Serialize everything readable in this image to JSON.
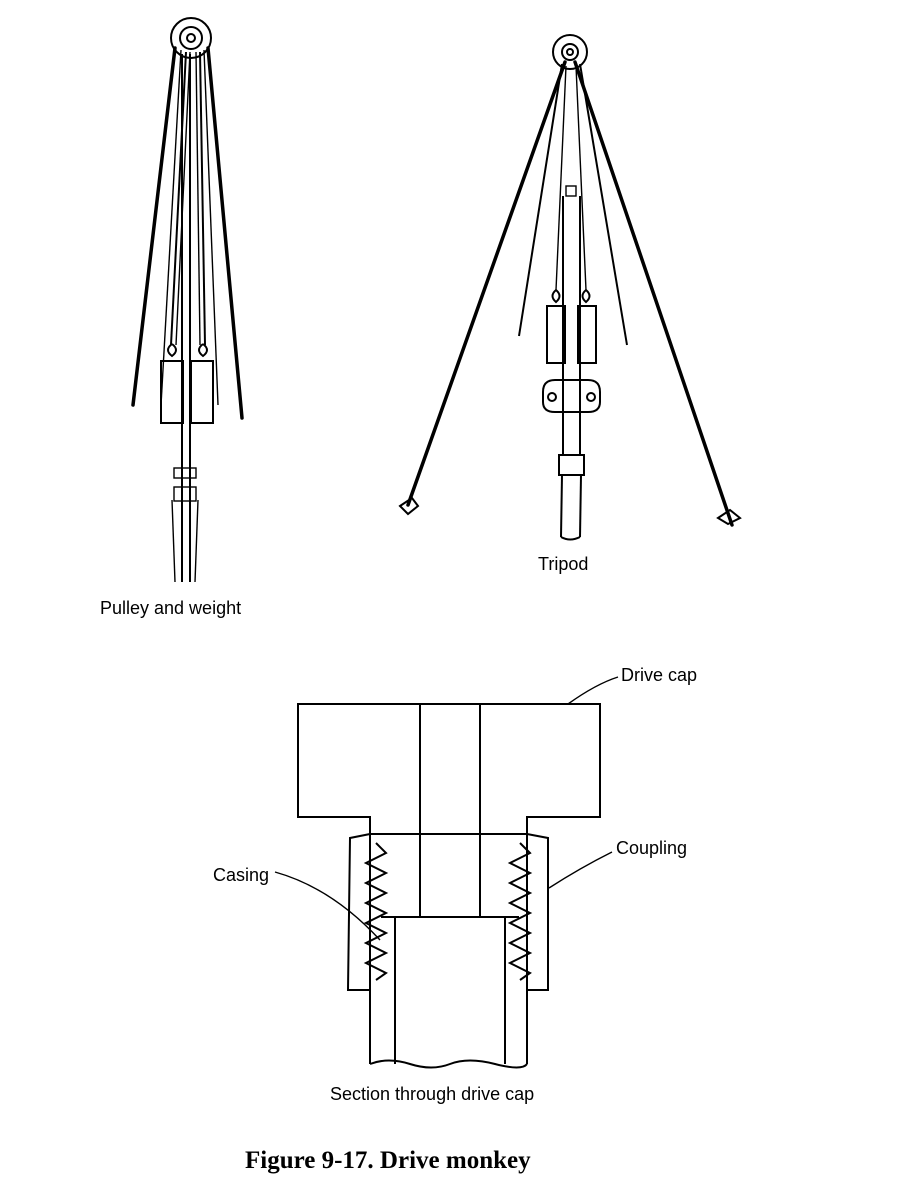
{
  "figure": {
    "caption": "Figure 9-17. Drive monkey",
    "labels": {
      "pulley": "Pulley and weight",
      "tripod": "Tripod",
      "section": "Section through drive cap",
      "drive_cap": "Drive cap",
      "coupling": "Coupling",
      "casing": "Casing"
    }
  }
}
